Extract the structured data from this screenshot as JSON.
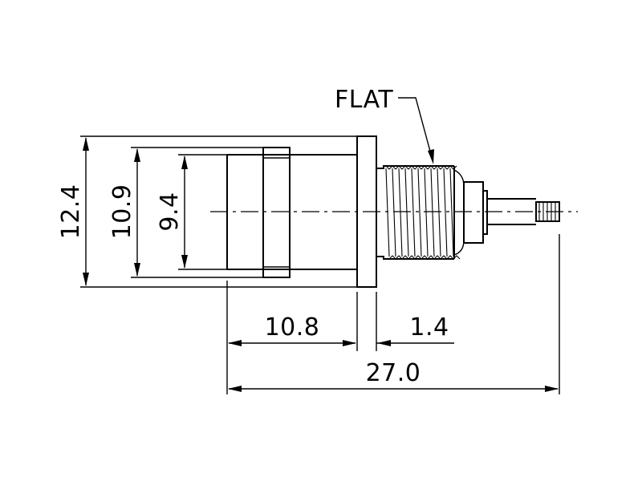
{
  "labels": {
    "flat": "FLAT"
  },
  "dimensions": {
    "overall_height": "12.4",
    "body_height": "10.9",
    "inner_height": "9.4",
    "body_length": "10.8",
    "flange_thickness": "1.4",
    "overall_length": "27.0"
  },
  "colors": {
    "line": "#000000",
    "background": "#ffffff"
  }
}
